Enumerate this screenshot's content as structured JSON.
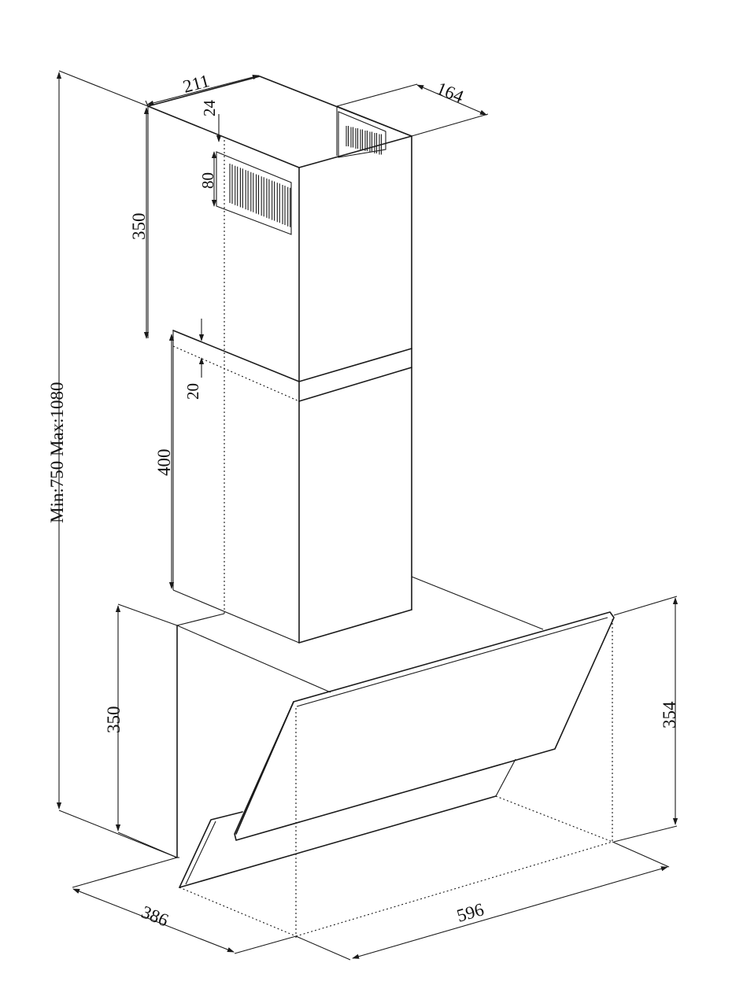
{
  "dimensions": {
    "total_height": "Min:750  Max:1080",
    "upper_chimney_width": "211",
    "upper_chimney_depth": "164",
    "vent_offset": "24",
    "vent_height": "80",
    "upper_chimney_height": "350",
    "overlap": "20",
    "lower_chimney_height": "400",
    "hood_body_height": "350",
    "glass_panel_height": "354",
    "hood_depth": "386",
    "hood_width": "596"
  },
  "colors": {
    "line": "#1a1a1a",
    "background": "#ffffff"
  }
}
